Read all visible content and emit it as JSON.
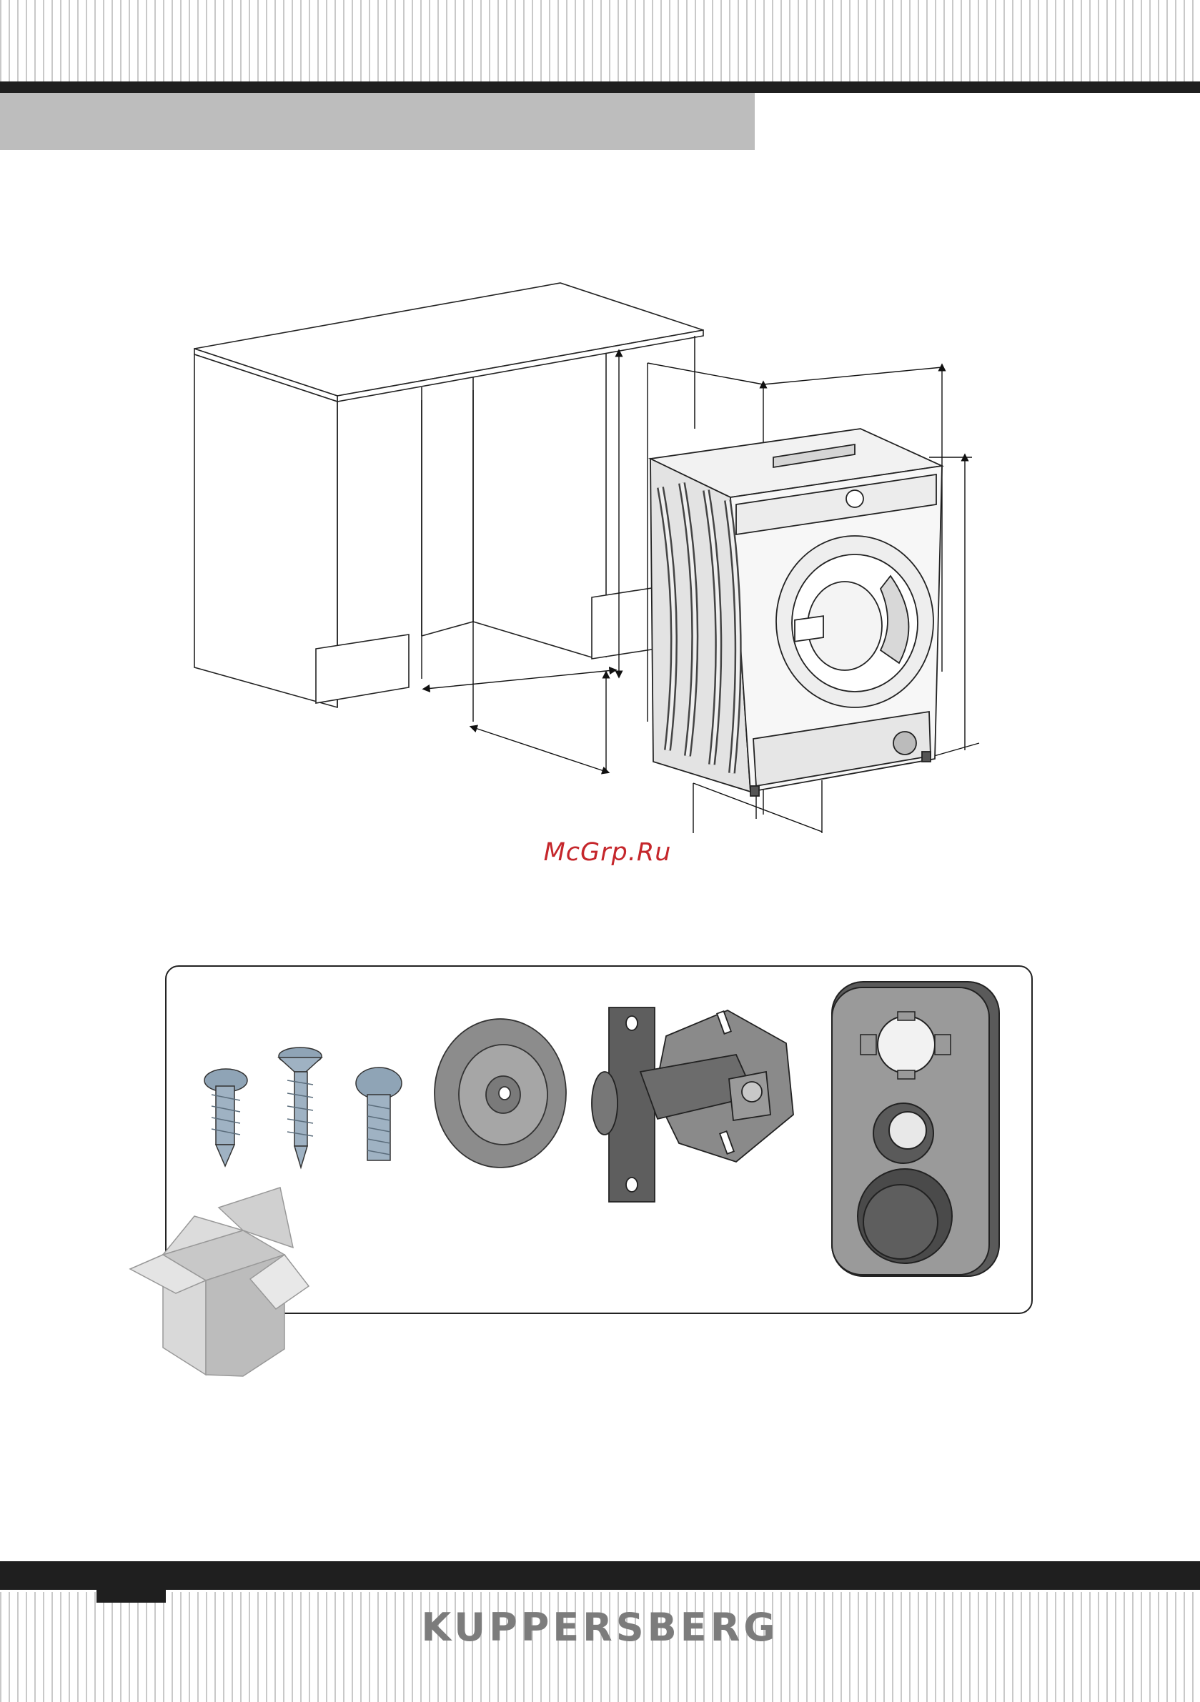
{
  "watermark": "McGrp.Ru",
  "brand": "KUPPERSBERG",
  "installation_diagram": {
    "cabinet": "kitchen-cabinet",
    "appliance": "built-in-washing-machine"
  },
  "accessories": {
    "icons": [
      "screw-self-tapping-icon",
      "screw-countersunk-icon",
      "screw-machine-icon",
      "plastic-disc-icon",
      "door-hinge-icon",
      "hole-cover-plate-icon",
      "box-icon"
    ]
  },
  "colors": {
    "bar": "#1f1f1f",
    "header_band": "#bdbdbd",
    "brand_text": "#7c7c7c",
    "watermark": "#c5262b"
  }
}
